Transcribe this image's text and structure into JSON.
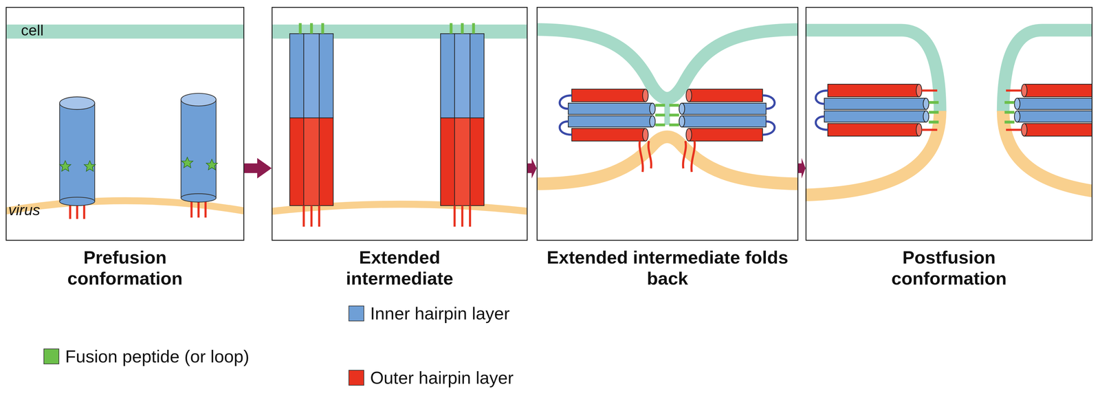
{
  "diagram": {
    "nodes": [
      {
        "text": [
          "Prefusion conformation"
        ]
      },
      {
        "text": [
          "Extended intermediate"
        ]
      },
      {
        "text": [
          "Extended intermediate folds back"
        ]
      },
      {
        "text": [
          "Postfusion conformation"
        ]
      }
    ],
    "edges": [
      {
        "from": 0,
        "to": 1,
        "arrow": "to"
      },
      {
        "from": 1,
        "to": 2,
        "arrow": "to"
      },
      {
        "from": 2,
        "to": 3,
        "arrow": "to"
      }
    ],
    "labels": [
      "cell",
      "virus"
    ],
    "legend": [
      {
        "text": "Fusion peptide (or loop)",
        "color": "#6cbf4a"
      },
      {
        "text": "Inner hairpin layer",
        "color": "#6f9fd6"
      },
      {
        "text": "Outer hairpin layer",
        "color": "#e8321f"
      }
    ]
  }
}
